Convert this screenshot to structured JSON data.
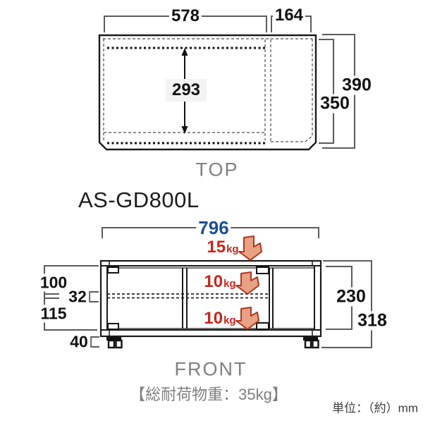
{
  "model": "AS-GD800L",
  "top_view": {
    "label": "TOP",
    "dims": {
      "width_main": "578",
      "width_side": "164",
      "tv_depth": "293",
      "depth_inner": "350",
      "depth_total": "390"
    }
  },
  "front_view": {
    "label": "FRONT",
    "total_width": "796",
    "dims": {
      "upper_opening": "100",
      "shelf_thickness": "32",
      "lower_opening": "115",
      "caster_height": "40",
      "inner_height": "230",
      "total_height": "318"
    },
    "loads": {
      "top_shelf": {
        "value": "15",
        "unit": "kg"
      },
      "middle_shelf": {
        "value": "10",
        "unit": "kg"
      },
      "bottom_shelf": {
        "value": "10",
        "unit": "kg"
      }
    }
  },
  "notes": {
    "total_load": "【総耐荷物重：35kg】",
    "unit": "単位：（約）mm"
  },
  "colors": {
    "width_accent": "#1b4e8e",
    "load_red": "#c5271c",
    "arrow_fill": "#e9a183",
    "arrow_outline": "#ae3520",
    "outline_black": "#1a1a1a",
    "dim_line_gray": "#5b5b5b"
  }
}
